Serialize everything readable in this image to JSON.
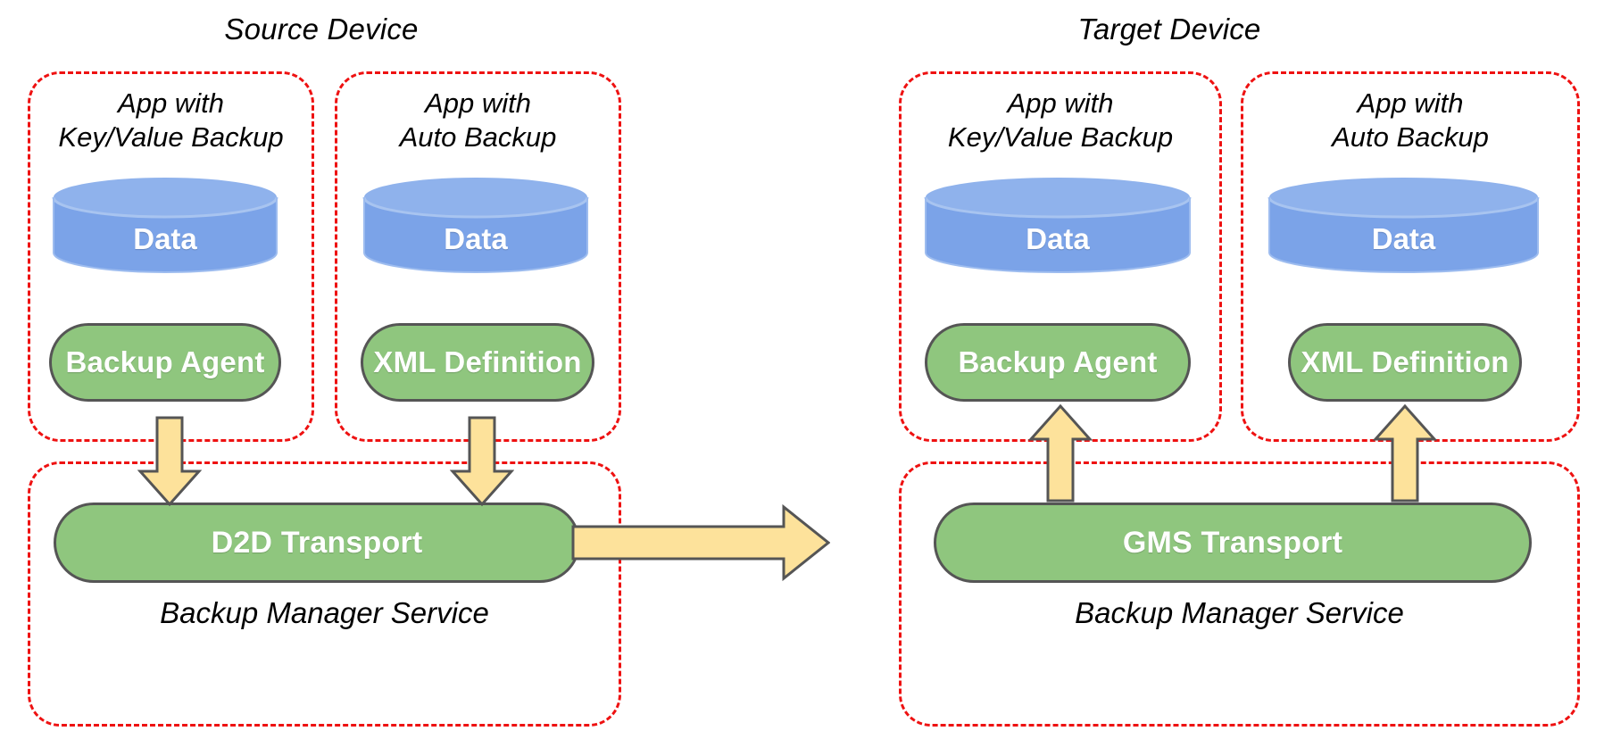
{
  "colors": {
    "dashed_border": "#ee1111",
    "cylinder_fill": "#7ba3e8",
    "cylinder_top": "#8fb2ec",
    "pill_fill": "#8fc67e",
    "pill_stroke": "#555555",
    "arrow_fill": "#fde29b",
    "arrow_stroke": "#555555",
    "text_on_shape": "#ffffff",
    "text_plain": "#000000",
    "background": "#ffffff"
  },
  "source_device": {
    "title": "Source Device",
    "apps": [
      {
        "label": "App with\nKey/Value Backup",
        "data_label": "Data",
        "component_label": "Backup Agent"
      },
      {
        "label": "App with\nAuto Backup",
        "data_label": "Data",
        "component_label": "XML Definition"
      }
    ],
    "service": {
      "transport_label": "D2D Transport",
      "service_label": "Backup Manager Service"
    }
  },
  "target_device": {
    "title": "Target Device",
    "apps": [
      {
        "label": "App with\nKey/Value Backup",
        "data_label": "Data",
        "component_label": "Backup Agent"
      },
      {
        "label": "App with\nAuto Backup",
        "data_label": "Data",
        "component_label": "XML Definition"
      }
    ],
    "service": {
      "transport_label": "GMS Transport",
      "service_label": "Backup Manager Service"
    }
  },
  "flows": [
    {
      "name": "backup-agent-to-d2d",
      "direction": "down"
    },
    {
      "name": "xml-definition-to-d2d",
      "direction": "down"
    },
    {
      "name": "d2d-to-gms",
      "direction": "right"
    },
    {
      "name": "gms-to-backup-agent",
      "direction": "up"
    },
    {
      "name": "gms-to-xml-definition",
      "direction": "up"
    }
  ]
}
